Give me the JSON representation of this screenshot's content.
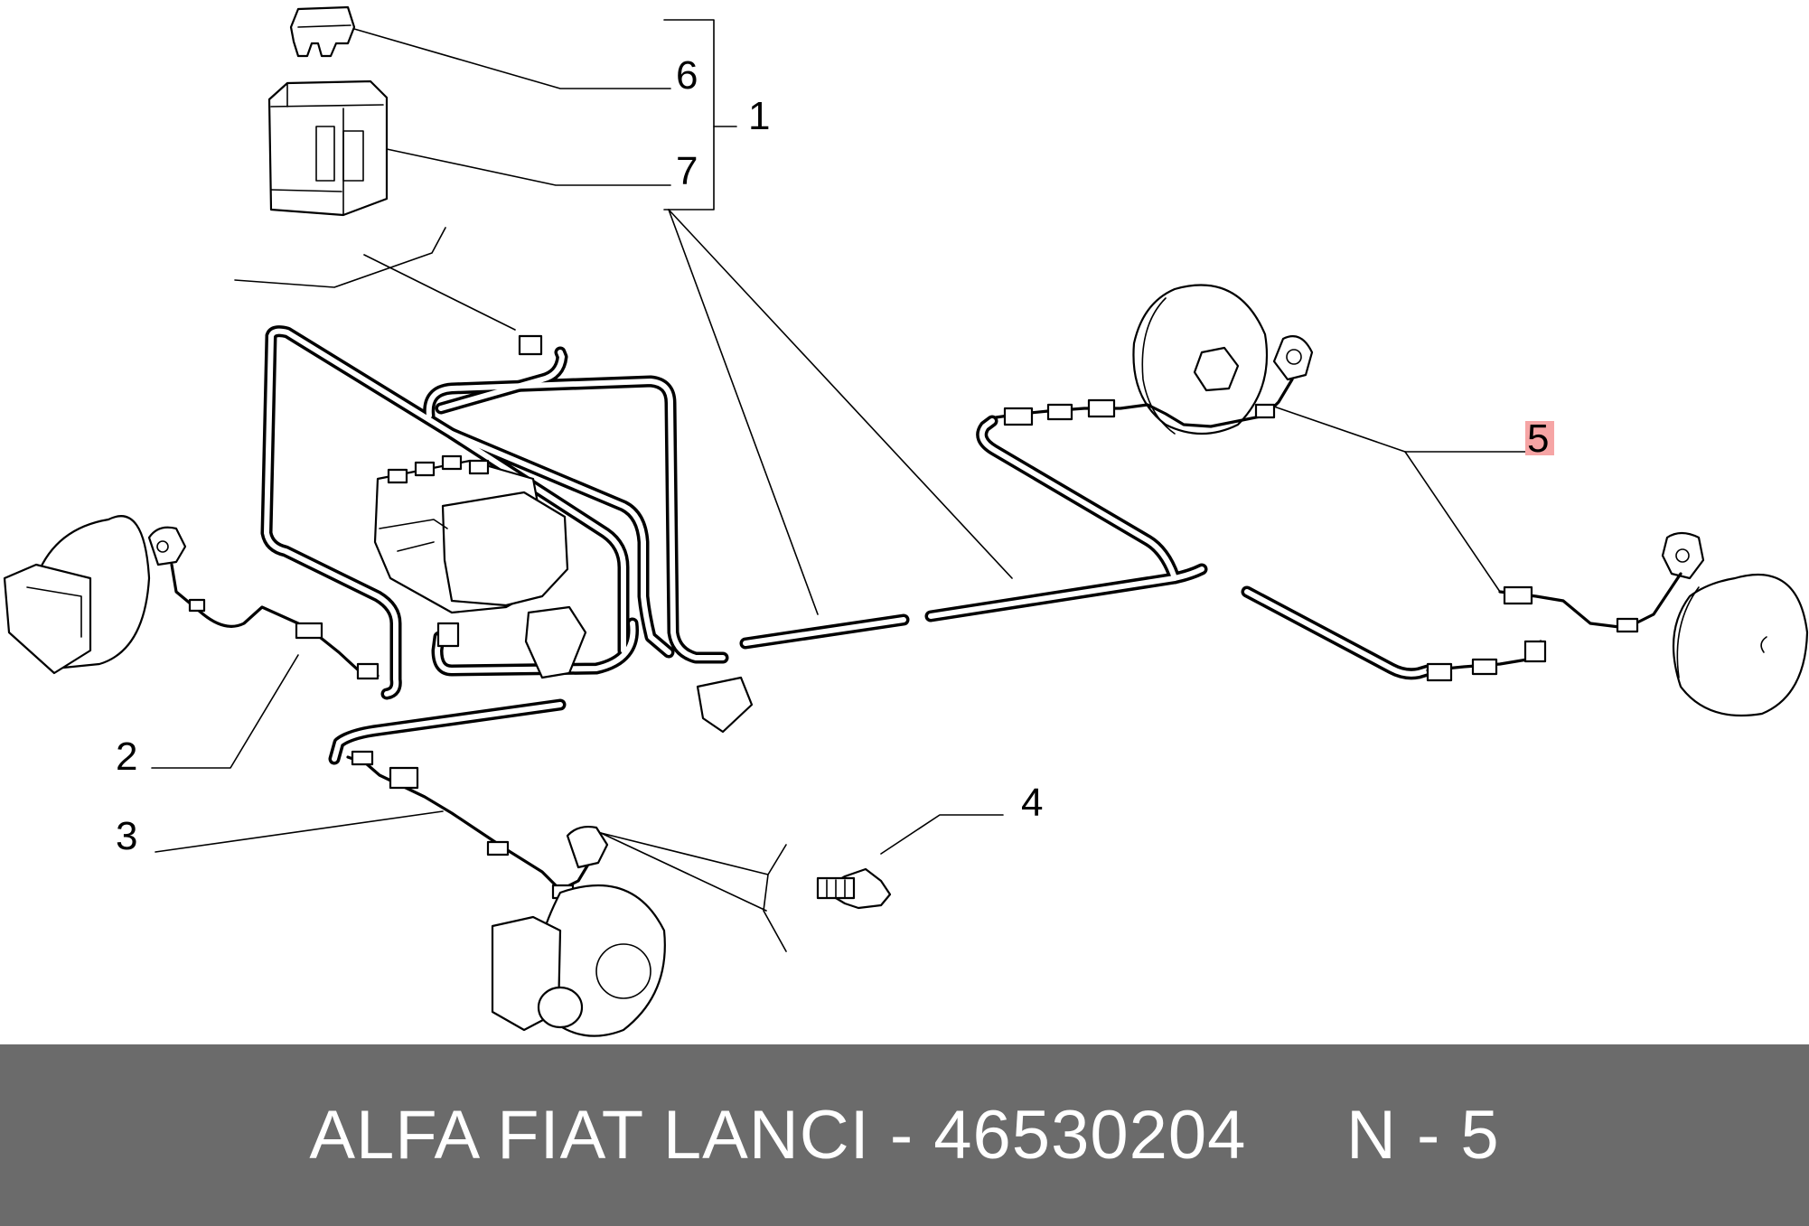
{
  "callouts": {
    "c1": "1",
    "c2": "2",
    "c3": "3",
    "c4": "4",
    "c5": "5",
    "c6": "6",
    "c7": "7"
  },
  "footer": {
    "brand": "ALFA FIAT LANCI",
    "separator": " - ",
    "part_number": "46530204",
    "gap": "     ",
    "ref": "N - 5"
  },
  "colors": {
    "highlight": "#f6a5a5",
    "footer_bg": "#6b6b6b",
    "footer_text": "#ffffff"
  }
}
